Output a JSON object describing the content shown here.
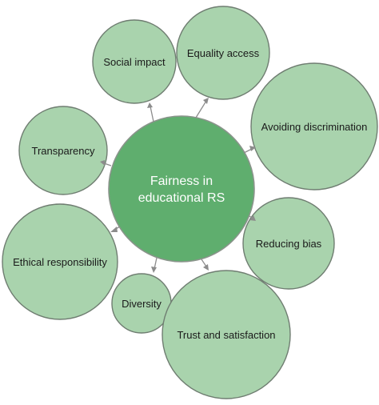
{
  "center": {
    "line1": "Fairness in",
    "line2": "educational RS"
  },
  "nodes": {
    "social_impact": "Social impact",
    "equality_access": "Equality access",
    "avoiding_discrimination": "Avoiding discrimination",
    "transparency": "Transparency",
    "reducing_bias": "Reducing bias",
    "ethical_responsibility": "Ethical responsibility",
    "diversity": "Diversity",
    "trust_satisfaction": "Trust and satisfaction"
  },
  "colors": {
    "center_fill": "#5fae6e",
    "node_fill": "#a9d3ad",
    "arrow": "#8c8c8c"
  }
}
